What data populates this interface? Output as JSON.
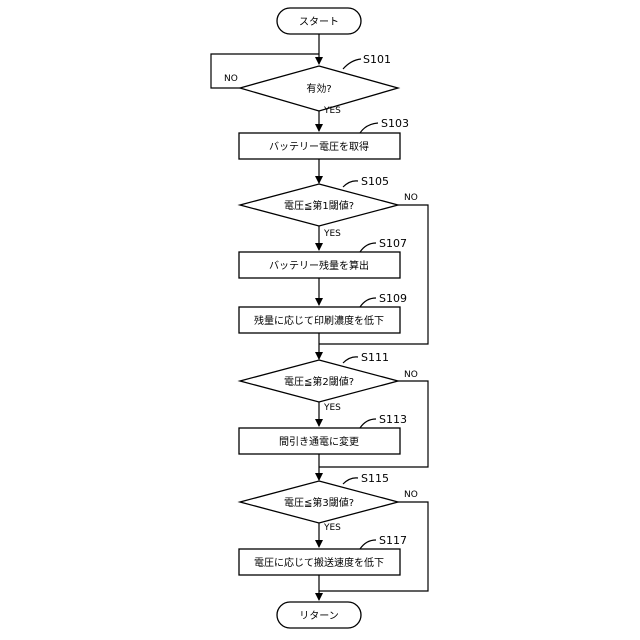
{
  "flowchart": {
    "start": "スタート",
    "end": "リターン",
    "yes_label": "YES",
    "no_label": "NO",
    "decisions": [
      {
        "step": "S101",
        "text": "有効?"
      },
      {
        "step": "S105",
        "text": "電圧≦第1閾値?"
      },
      {
        "step": "S111",
        "text": "電圧≦第2閾値?"
      },
      {
        "step": "S115",
        "text": "電圧≦第3閾値?"
      }
    ],
    "processes": [
      {
        "step": "S103",
        "text": "バッテリー電圧を取得"
      },
      {
        "step": "S107",
        "text": "バッテリー残量を算出"
      },
      {
        "step": "S109",
        "text": "残量に応じて印刷濃度を低下"
      },
      {
        "step": "S113",
        "text": "間引き通電に変更"
      },
      {
        "step": "S117",
        "text": "電圧に応じて搬送速度を低下"
      }
    ]
  }
}
